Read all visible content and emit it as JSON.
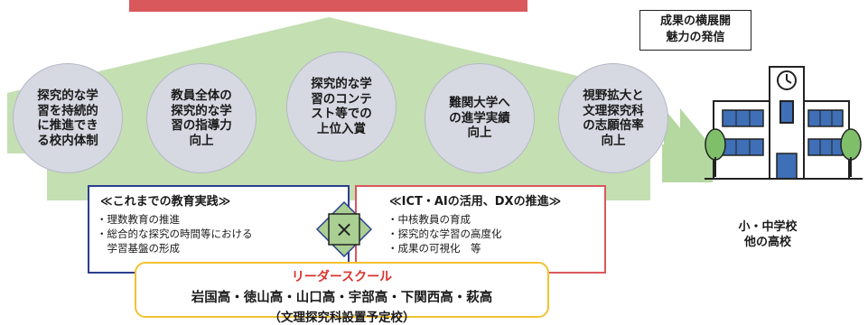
{
  "colors": {
    "roof_green": "#c4dfb2",
    "arrow_green": "#b5d7a0",
    "top_bar_red": "#d9585c",
    "circle_fill": "#d6d8e2",
    "past_border": "#2b3f8f",
    "future_border": "#d9585c",
    "leader_border": "#f2c230",
    "leader_title": "#d9342b",
    "cross_fill": "#a9cf92"
  },
  "circles": [
    {
      "text": "探究的な学\n習を持続的\nに推進でき\nる校内体制"
    },
    {
      "text": "教員全体の\n探究的な学\n習の指導力\n向上"
    },
    {
      "text": "探究的な学\n習のコンテ\nスト等での\n上位入賞"
    },
    {
      "text": "難関大学へ\nの進学実績\n向上"
    },
    {
      "text": "視野拡大と\n文理探究科\nの志願倍率\n向上"
    }
  ],
  "callout": {
    "line1": "成果の横展開",
    "line2": "魅力の発信"
  },
  "school": {
    "line1": "小・中学校",
    "line2": "他の高校",
    "icon": "school-building-icon"
  },
  "past": {
    "title": "≪これまでの教育実践≫",
    "items": [
      "・理数教育の推進",
      "・総合的な探究の時間等における",
      "　学習基盤の形成"
    ]
  },
  "future": {
    "title": "≪ICT・AIの活用、DXの推進≫",
    "items": [
      "・中核教員の育成",
      "・探究的な学習の高度化",
      "・成果の可視化　等"
    ]
  },
  "cross": {
    "symbol": "×",
    "icon": "cross-icon"
  },
  "leader": {
    "title": "リーダースクール",
    "schools": "岩国高・徳山高・山口高・宇部高・下関西高・萩高",
    "note": "（文理探究科設置予定校）"
  }
}
